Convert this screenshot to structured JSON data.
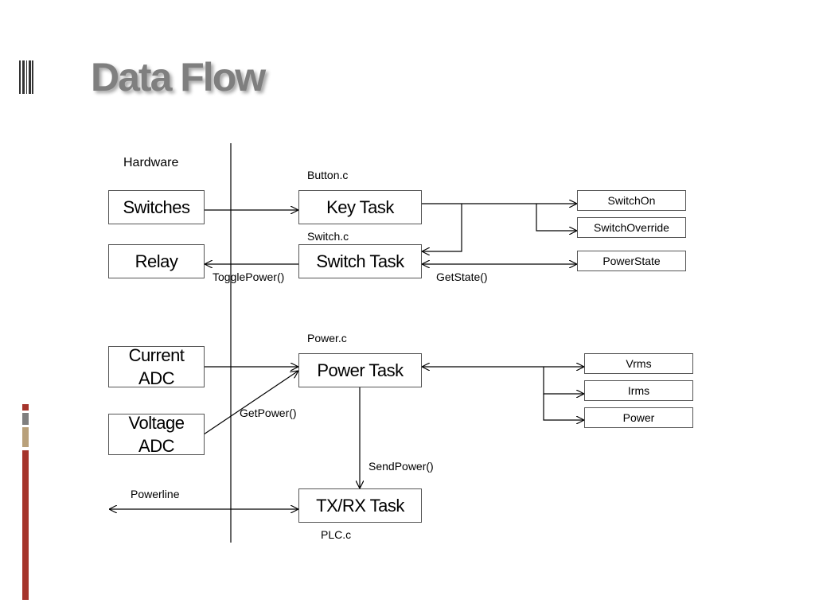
{
  "slide": {
    "title": "Data Flow"
  },
  "diagram": {
    "section_label": "Hardware",
    "file_labels": {
      "button": "Button.c",
      "switch": "Switch.c",
      "power": "Power.c",
      "plc": "PLC.c"
    },
    "hardware_boxes": {
      "switches": "Switches",
      "relay": "Relay",
      "current_adc": "Current ADC",
      "voltage_adc": "Voltage ADC"
    },
    "powerline_label": "Powerline",
    "task_boxes": {
      "key_task": "Key Task",
      "switch_task": "Switch Task",
      "power_task": "Power Task",
      "txrx_task": "TX/RX Task"
    },
    "output_boxes": {
      "switch_on": "SwitchOn",
      "switch_override": "SwitchOverride",
      "power_state": "PowerState",
      "vrms": "Vrms",
      "irms": "Irms",
      "power": "Power"
    },
    "function_labels": {
      "toggle_power": "TogglePower()",
      "get_state": "GetState()",
      "get_power": "GetPower()",
      "send_power": "SendPower()"
    }
  },
  "colors": {
    "accent_red": "#a5342b",
    "accent_gray": "#7f7f7f",
    "accent_tan": "#b8a07a",
    "title_gray": "#7f7f7f"
  }
}
